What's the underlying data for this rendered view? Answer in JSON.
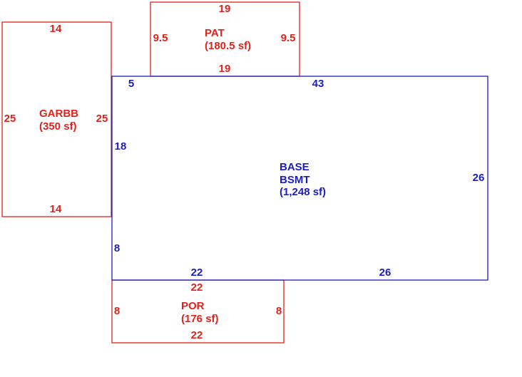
{
  "colors": {
    "red": "#e0221b",
    "blue": "#1c1cc4",
    "background": "#ffffff"
  },
  "areas": {
    "garbb": {
      "name": "GARBB",
      "area": "(350 sf)",
      "top": "14",
      "bottom": "14",
      "left": "25",
      "right": "25"
    },
    "pat": {
      "name": "PAT",
      "area": "(180.5 sf)",
      "top": "19",
      "bottom": "19",
      "left": "9.5",
      "right": "9.5"
    },
    "base": {
      "name_line1": "BASE",
      "name_line2": "BSMT",
      "area": "(1,248 sf)",
      "top_left": "5",
      "top": "43",
      "left_upper": "18",
      "left_lower": "8",
      "right": "26",
      "bottom_left": "22",
      "bottom_right": "26"
    },
    "por": {
      "name": "POR",
      "area": "(176 sf)",
      "top": "22",
      "bottom": "22",
      "left": "8",
      "right": "8"
    }
  }
}
